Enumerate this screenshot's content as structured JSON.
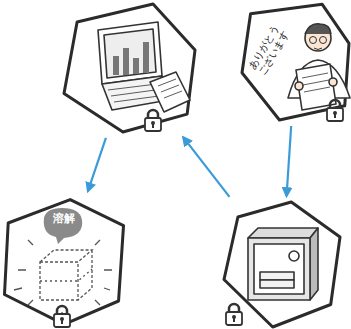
{
  "diagram": {
    "nodes": [
      {
        "text": []
      },
      {
        "text": [
          "ありがとう ございます"
        ]
      },
      {
        "text": [
          "溶解"
        ]
      },
      {
        "text": []
      }
    ],
    "edges": [
      {
        "from": 1,
        "to": 3,
        "arrow": "to"
      },
      {
        "from": 3,
        "to": 0,
        "arrow": "to"
      },
      {
        "from": 0,
        "to": 2,
        "arrow": "to"
      }
    ]
  }
}
